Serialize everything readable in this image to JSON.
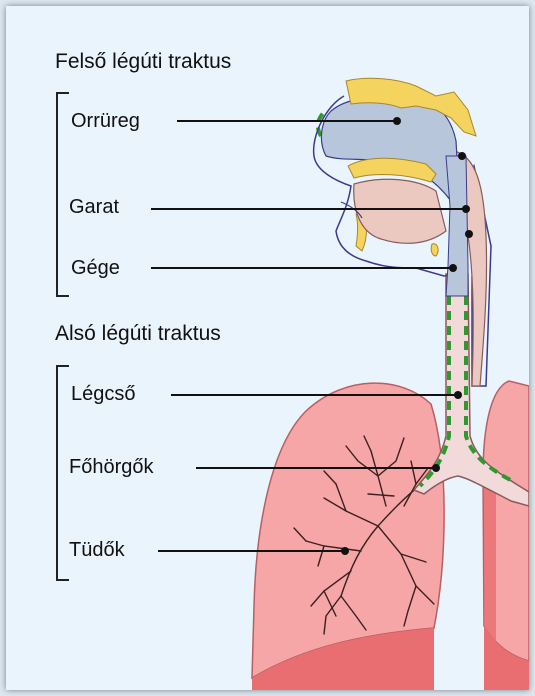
{
  "groups": [
    {
      "title": "Felső légúti traktus",
      "labels": [
        "Orrüreg",
        "Garat",
        "Gége"
      ]
    },
    {
      "title": "Alsó légúti traktus",
      "labels": [
        "Légcső",
        "Főhörgők",
        "Tüdők"
      ]
    }
  ],
  "colors": {
    "background": "#eaf4fc",
    "lung": "#f6a6a6",
    "lung_dark": "#e86e72",
    "airway": "#f2dada",
    "cavity": "#b8c6dc",
    "bone": "#f4d35e",
    "mucosa_dash": "#2e9a2e",
    "outline": "#3b3b8c"
  }
}
